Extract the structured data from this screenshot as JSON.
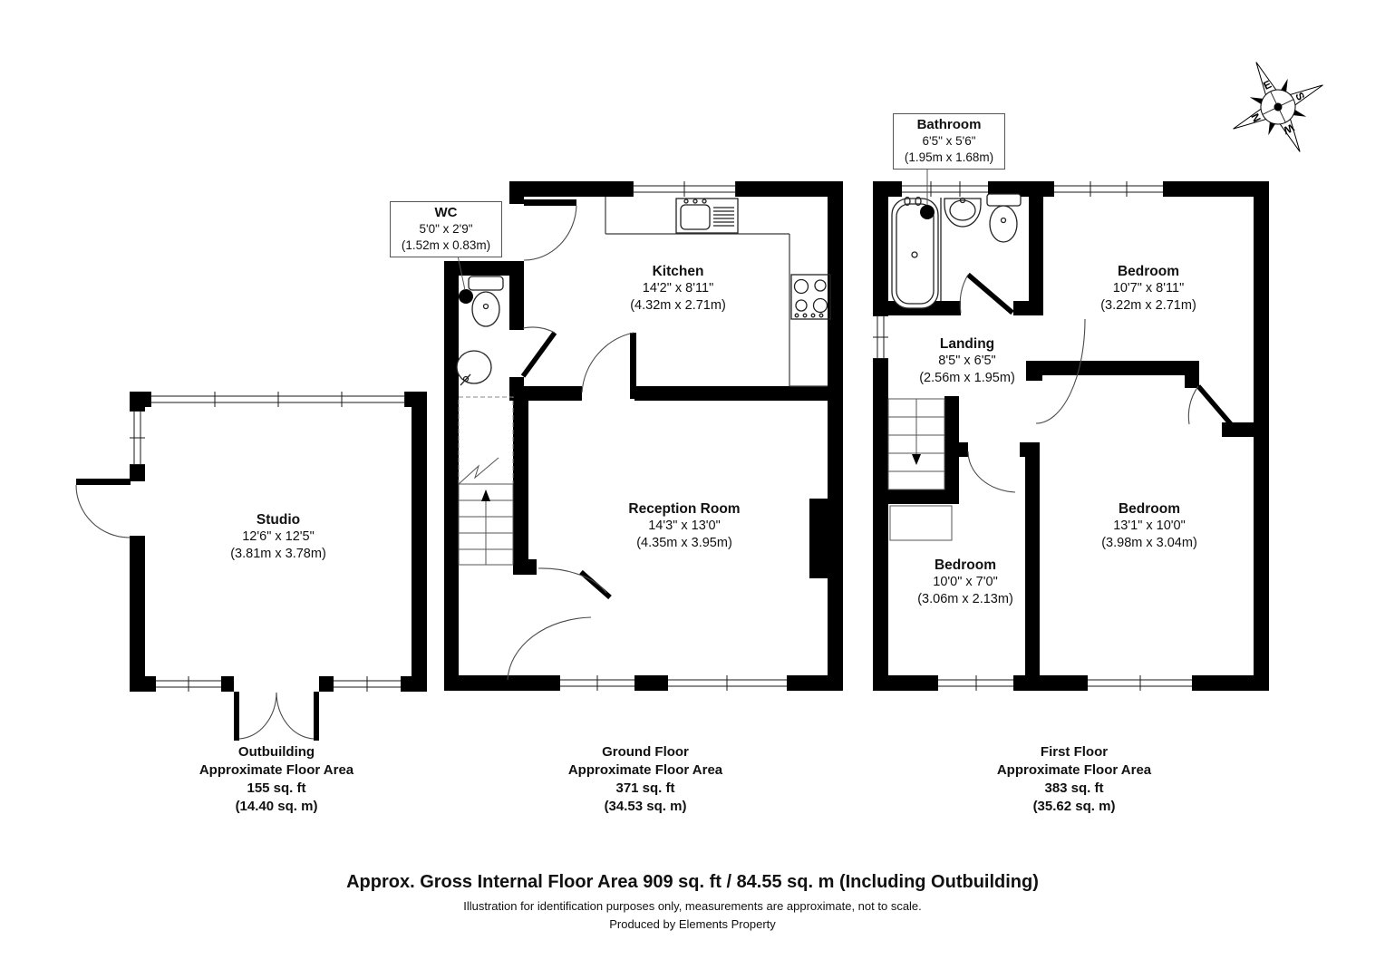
{
  "compass": {
    "n": "N",
    "e": "E",
    "s": "S",
    "w": "W"
  },
  "rooms": {
    "wc": {
      "name": "WC",
      "imperial": "5'0\" x 2'9\"",
      "metric": "(1.52m x 0.83m)"
    },
    "bathroom": {
      "name": "Bathroom",
      "imperial": "6'5\" x 5'6\"",
      "metric": "(1.95m x 1.68m)"
    },
    "kitchen": {
      "name": "Kitchen",
      "imperial": "14'2\" x 8'11\"",
      "metric": "(4.32m x 2.71m)"
    },
    "reception": {
      "name": "Reception Room",
      "imperial": "14'3\" x 13'0\"",
      "metric": "(4.35m x 3.95m)"
    },
    "studio": {
      "name": "Studio",
      "imperial": "12'6\" x 12'5\"",
      "metric": "(3.81m x 3.78m)"
    },
    "landing": {
      "name": "Landing",
      "imperial": "8'5\" x 6'5\"",
      "metric": "(2.56m x 1.95m)"
    },
    "bedroom_top_right": {
      "name": "Bedroom",
      "imperial": "10'7\" x 8'11\"",
      "metric": "(3.22m x 2.71m)"
    },
    "bedroom_bottom_left": {
      "name": "Bedroom",
      "imperial": "10'0\" x 7'0\"",
      "metric": "(3.06m x 2.13m)"
    },
    "bedroom_bottom_right": {
      "name": "Bedroom",
      "imperial": "13'1\" x 10'0\"",
      "metric": "(3.98m x 3.04m)"
    }
  },
  "floor_summaries": [
    {
      "name": "Outbuilding",
      "subtitle": "Approximate Floor Area",
      "area_ft": "155 sq. ft",
      "area_m": "(14.40 sq. m)"
    },
    {
      "name": "Ground Floor",
      "subtitle": "Approximate Floor Area",
      "area_ft": "371 sq. ft",
      "area_m": "(34.53 sq. m)"
    },
    {
      "name": "First Floor",
      "subtitle": "Approximate Floor Area",
      "area_ft": "383 sq. ft",
      "area_m": "(35.62 sq. m)"
    }
  ],
  "footer": {
    "gross_area": "Approx. Gross Internal Floor Area 909 sq. ft / 84.55 sq. m (Including Outbuilding)",
    "disclaimer": "Illustration for identification purposes only, measurements are approximate, not to scale.",
    "credit": "Produced by Elements Property"
  }
}
